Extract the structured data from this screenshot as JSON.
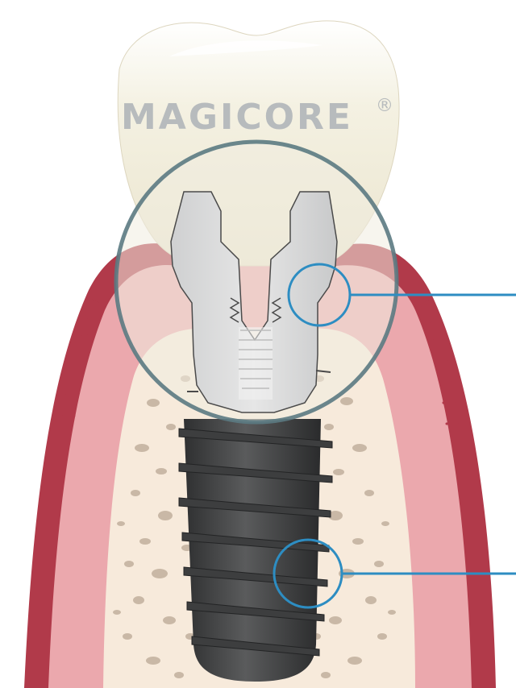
{
  "logo": {
    "wordmark": "MAGICORE",
    "registered_mark": "®"
  },
  "colors": {
    "gum_outer": "#b13a4a",
    "gum_inner": "#eba8ad",
    "bone": "#f7eadb",
    "crown": "#f3efdd",
    "abutment": "#dcdcdc",
    "implant": "#4a4a4a",
    "callout": "#2d8dc2",
    "magnifier_ring": "#5b7a82"
  },
  "callouts": [
    {
      "name": "abutment-gum-junction"
    },
    {
      "name": "implant-thread-bone-interface"
    }
  ]
}
